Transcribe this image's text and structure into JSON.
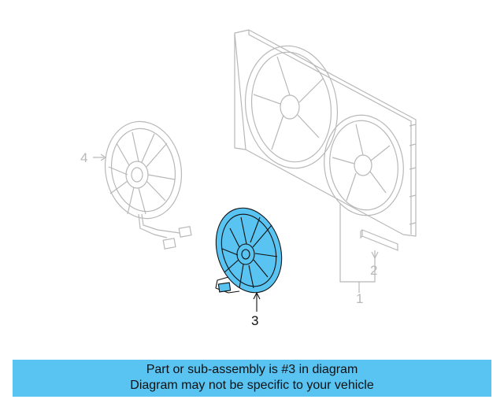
{
  "callouts": {
    "one": "1",
    "two": "2",
    "three": "3",
    "four": "4"
  },
  "banner": {
    "line1": "Part or sub-assembly is #3 in diagram",
    "line2": "Diagram may not be specific to your vehicle"
  },
  "colors": {
    "highlight": "#59c3f2",
    "ghost_line": "#b8b8b8",
    "ink": "#111111"
  }
}
